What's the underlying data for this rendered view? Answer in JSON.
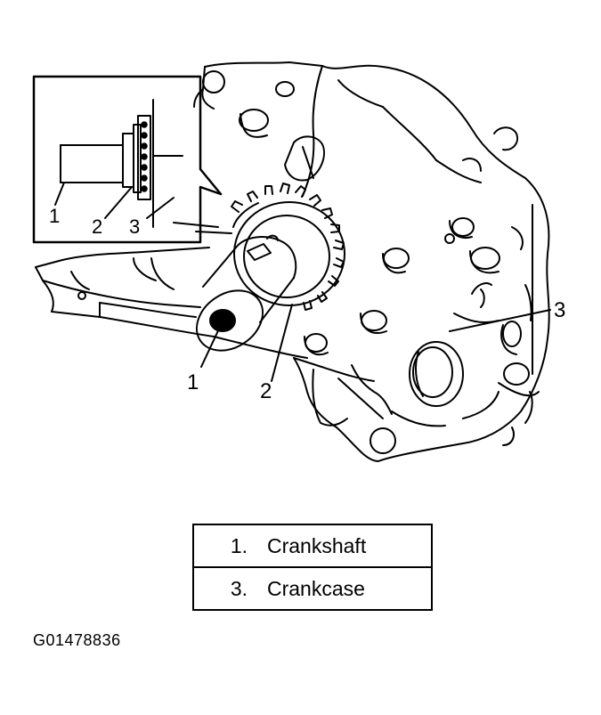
{
  "inset_callouts": [
    "1",
    "2",
    "3"
  ],
  "main_callouts": [
    "1",
    "2",
    "3"
  ],
  "legend": [
    {
      "number": "1.",
      "label": "Crankshaft"
    },
    {
      "number": "3.",
      "label": "Crankcase"
    }
  ],
  "figure_id": "G01478836",
  "colors": {
    "line": "#000000",
    "background": "#ffffff"
  }
}
